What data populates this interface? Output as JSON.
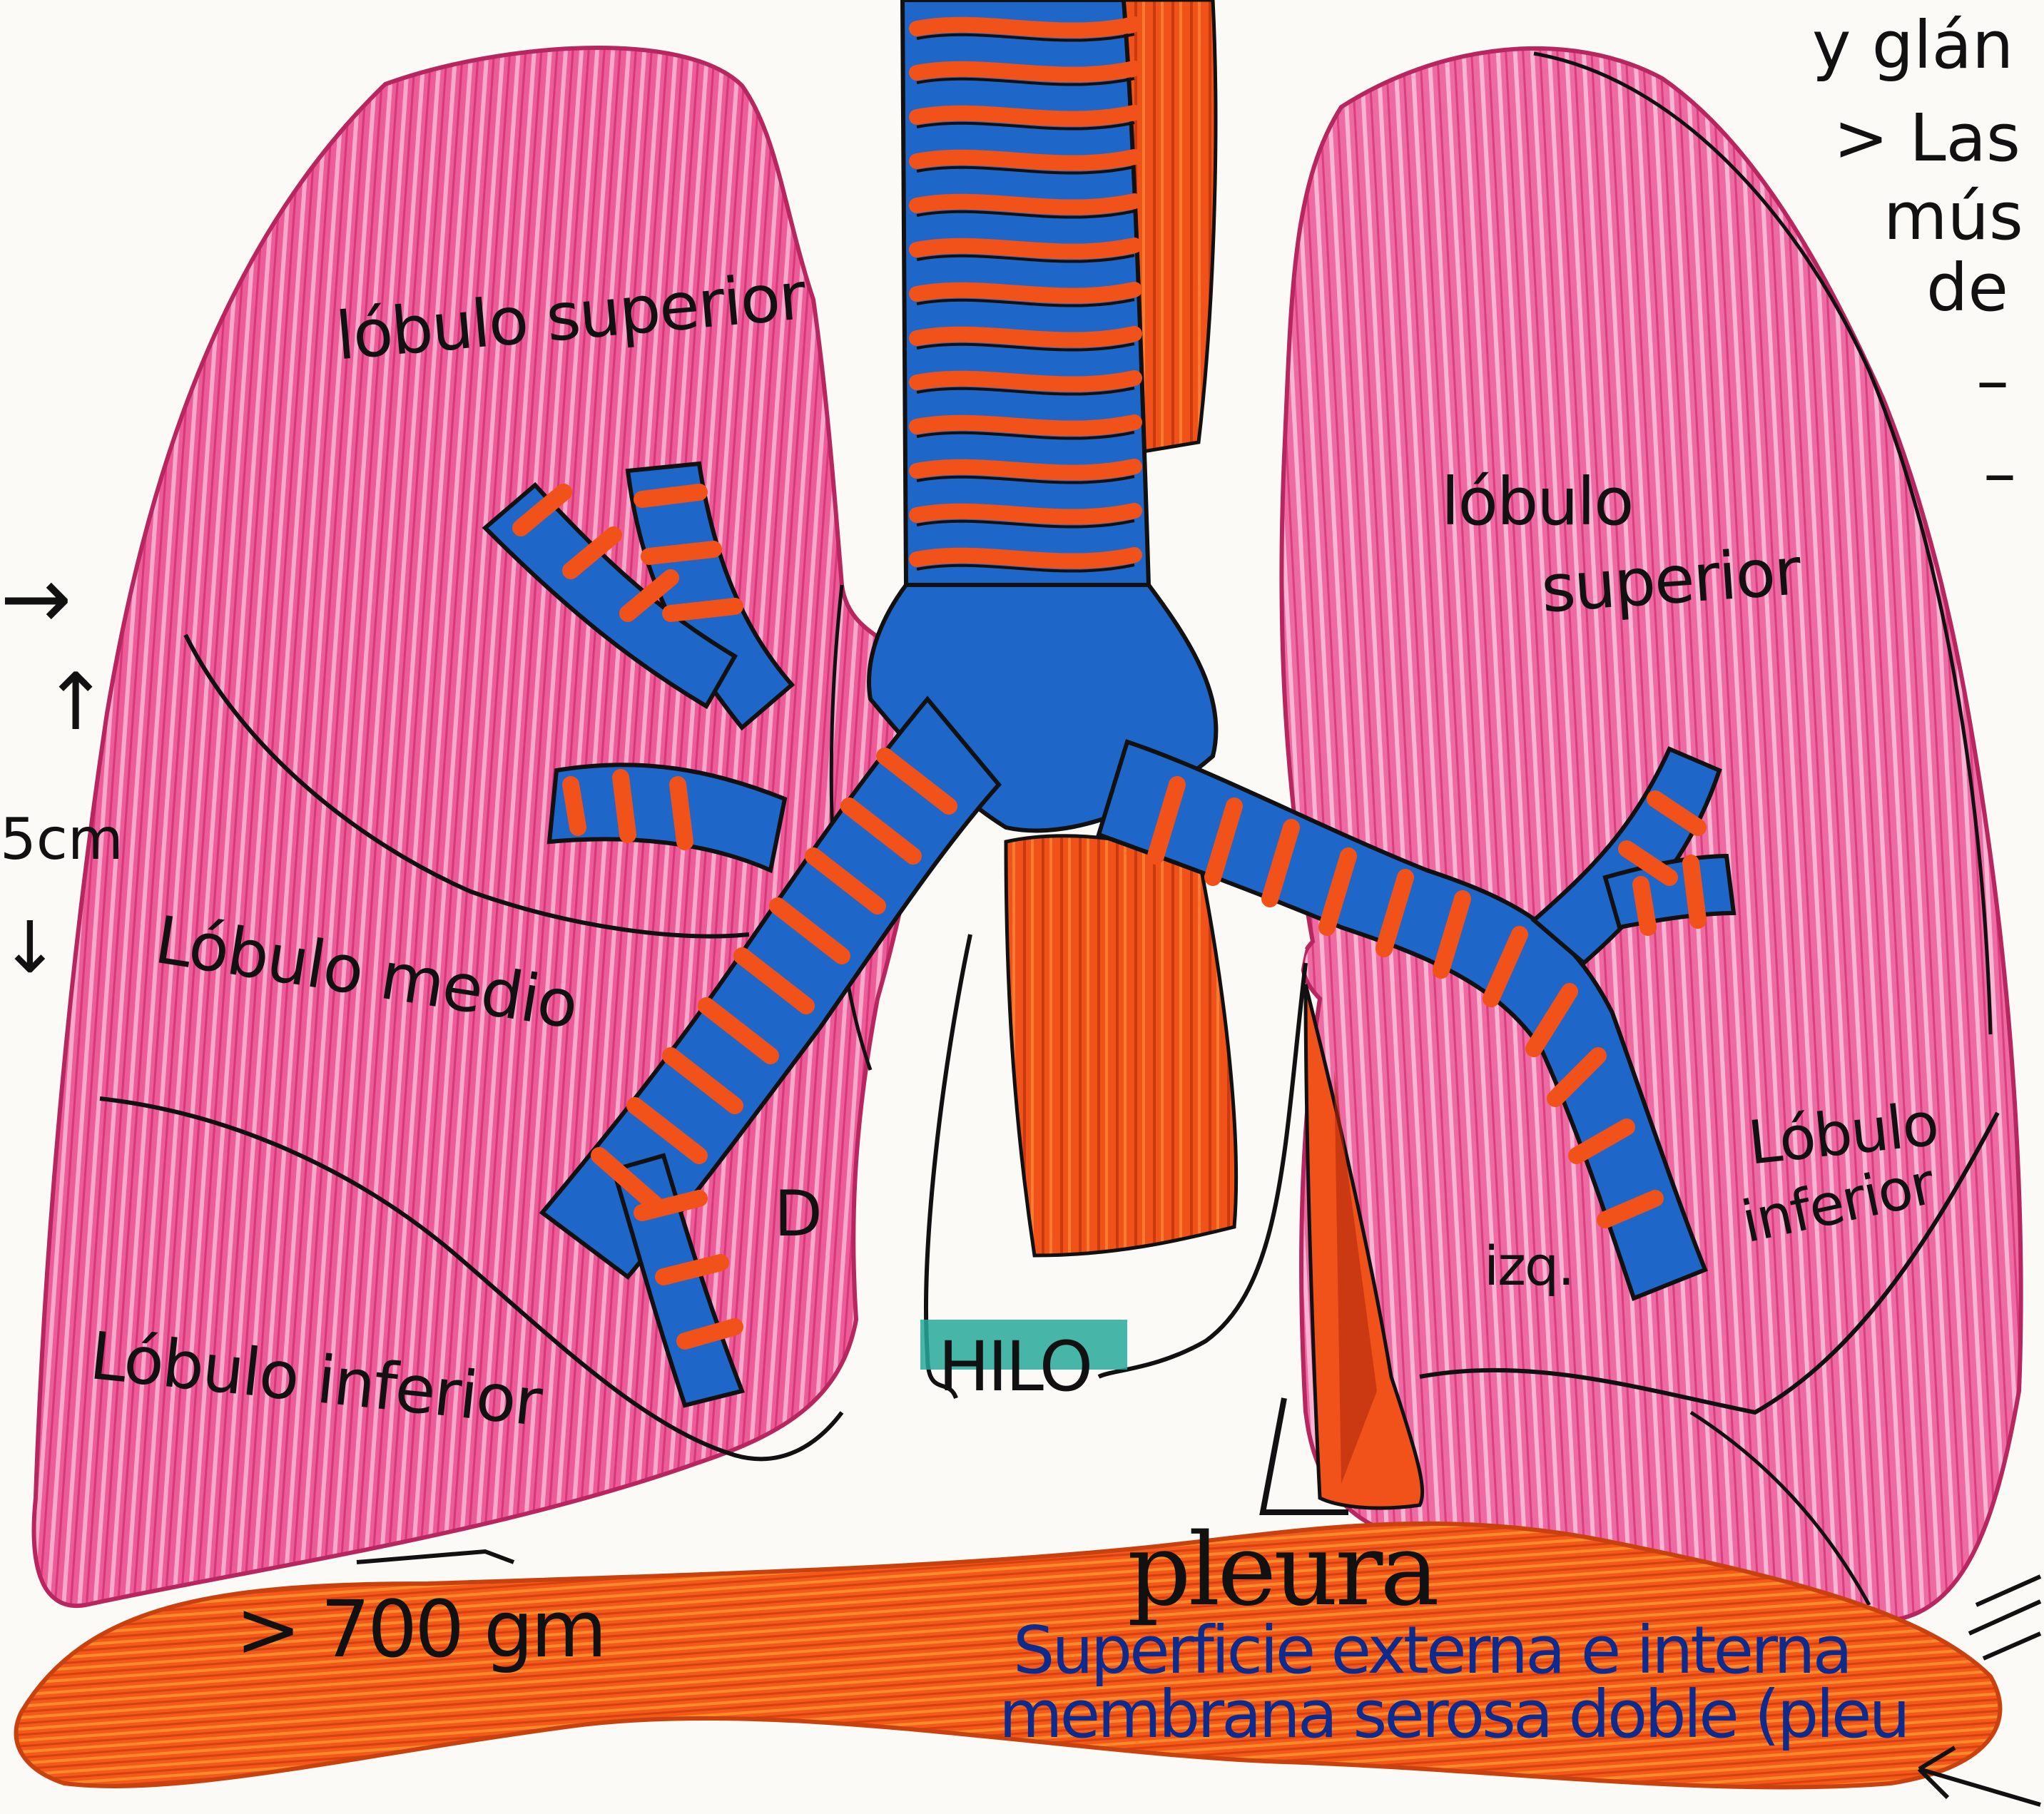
{
  "labels": {
    "right_superior": "lóbulo superior",
    "right_middle": "Lóbulo medio",
    "right_inferior": "Lóbulo inferior",
    "left_superior_line1": "lóbulo",
    "left_superior_line2": "superior",
    "left_inferior_line1": "Lóbulo",
    "left_inferior_line2": "inferior",
    "right_marker": "D",
    "left_marker": "izq.",
    "hilo": "HILO",
    "weight": "> 700 gm",
    "pleura_title": "pleura",
    "pleura_line1": "Superficie externa e interna",
    "pleura_line2": "membrana serosa doble (pleu"
  },
  "margin_left": {
    "arrow_right": "→",
    "arrow_up": "↑",
    "measure": "5cm",
    "arrow_down": "↓"
  },
  "margin_right": {
    "line1": "y glán",
    "line2": "> Las p",
    "line3": "mús",
    "line4": "de",
    "dash1": "–",
    "dash2": "–"
  },
  "colors": {
    "lung_pink": "#ea4f90",
    "lung_pink_light": "#f27bb0",
    "trachea_blue": "#1f66c9",
    "cartilage_orange": "#f0521a",
    "diaphragm_orange": "#f3591b",
    "hilo_teal": "#27a89a",
    "ink": "#111111"
  }
}
